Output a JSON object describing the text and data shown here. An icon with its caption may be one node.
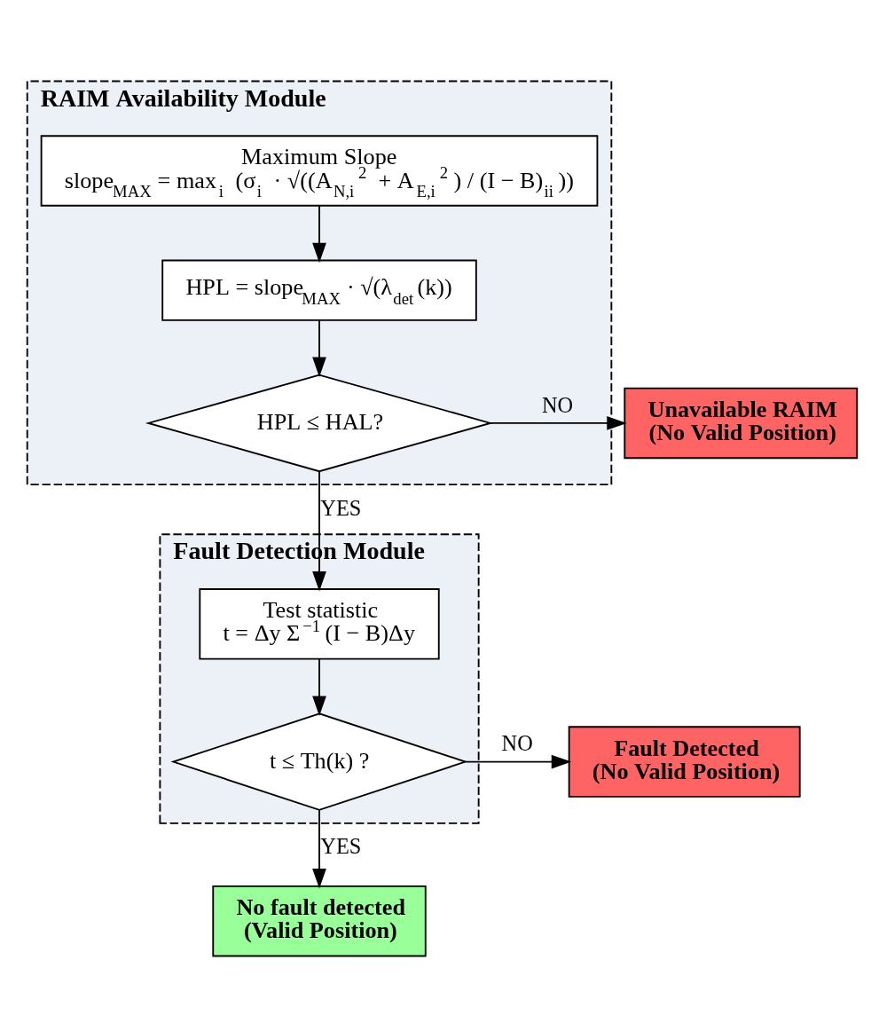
{
  "diagram": {
    "nodes": [
      {
        "text": [
          "RAIM Availability Module"
        ]
      },
      {
        "text": [
          "Maximum Slope",
          "slope$_{MAX}$ = max$_{i}$ (σ$_{i}$ · √((A$_{N,i}$$^{2}$ + A$_{E,i}$$^{2}$) / (I − B)$_{ii}$))"
        ],
        "in": 0
      },
      {
        "text": [
          "HPL = slope$_{MAX}$ · √(λ$_{det}$(k))"
        ],
        "in": 0
      },
      {
        "text": [
          "HPL ≤ HAL?"
        ],
        "in": 0
      },
      {
        "text": [
          "Unavailable RAIM",
          "(No Valid Position)"
        ]
      },
      {
        "text": [
          "Fault Detection Module"
        ]
      },
      {
        "text": [
          "Test statistic",
          "t = Δy Σ$^{−1}$(I − B)Δy"
        ],
        "in": 5
      },
      {
        "text": [
          "t ≤ Th(k) ?"
        ],
        "in": 5
      },
      {
        "text": [
          "Fault Detected",
          "(No Valid Position)"
        ]
      },
      {
        "text": [
          "No fault detected",
          "(Valid Position)"
        ]
      }
    ],
    "edges": [
      {
        "from": 1,
        "to": 2,
        "arrow": "to"
      },
      {
        "from": 2,
        "to": 3,
        "arrow": "to"
      },
      {
        "from": 3,
        "to": 4,
        "arrow": "to",
        "label": "NO"
      },
      {
        "from": 3,
        "to": 6,
        "arrow": "to",
        "label": "YES"
      },
      {
        "from": 6,
        "to": 7,
        "arrow": "to"
      },
      {
        "from": 7,
        "to": 8,
        "arrow": "to",
        "label": "NO"
      },
      {
        "from": 7,
        "to": 9,
        "arrow": "to",
        "label": "YES"
      }
    ]
  }
}
